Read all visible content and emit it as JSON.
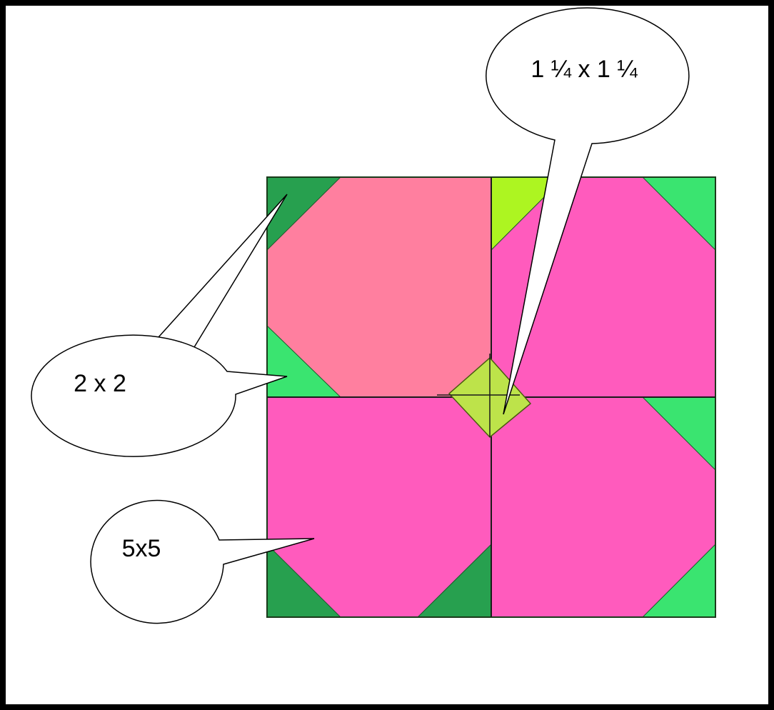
{
  "callouts": {
    "small_square_label": "1 ¼  x 1 ¼",
    "corner_triangle_label": "2 x 2",
    "large_square_label": "5x5"
  },
  "colors": {
    "border": "#000000",
    "pink_light": "#ff7f9f",
    "pink_bright": "#ff5bbd",
    "green_dark": "#27a04f",
    "green_light": "#3ae470",
    "yellow_green": "#adf521",
    "center_square": "#bde34a",
    "callout_fill": "#ffffff"
  }
}
